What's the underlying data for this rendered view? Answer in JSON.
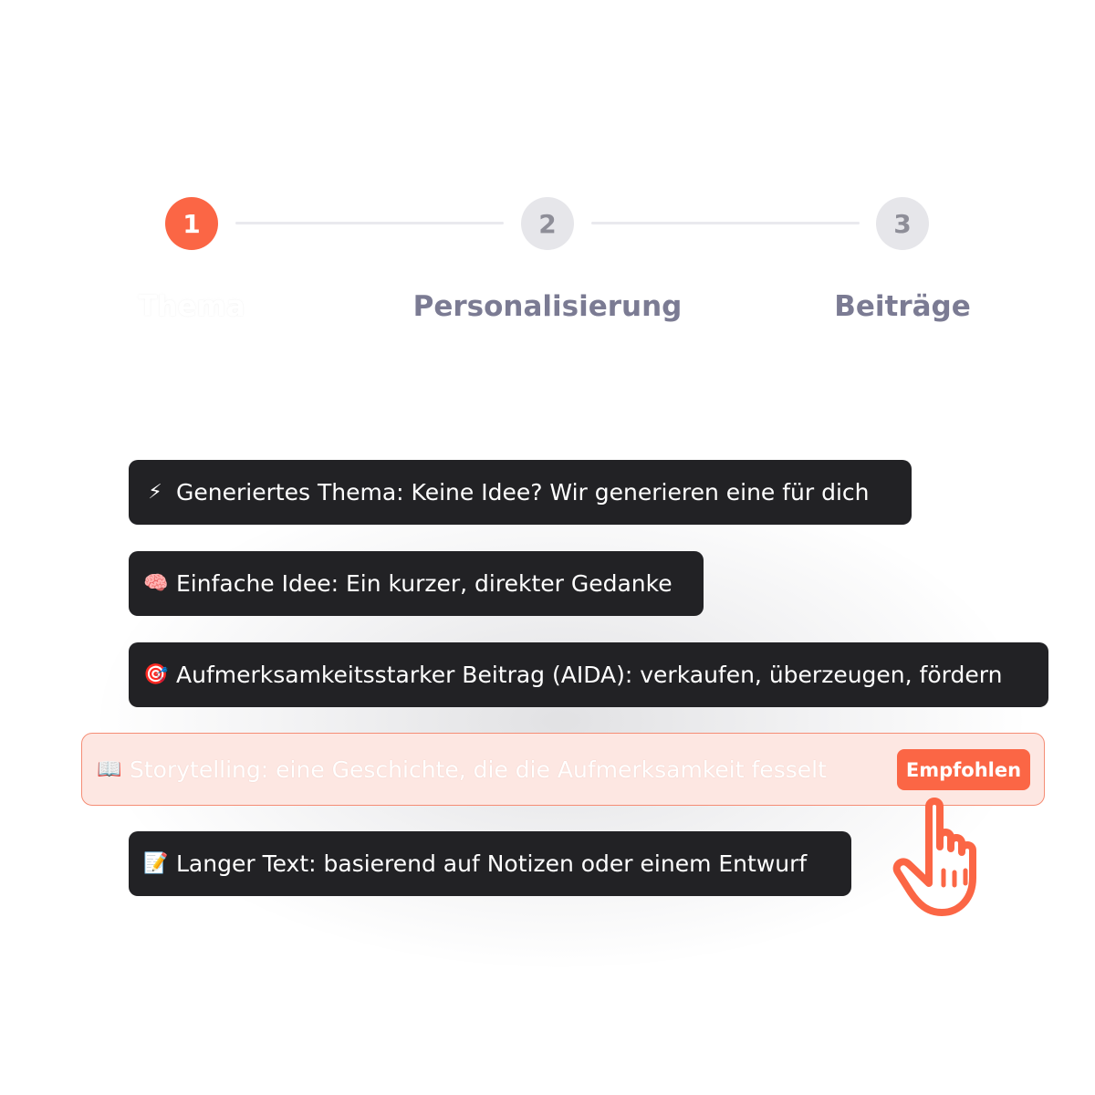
{
  "stepper": {
    "steps": [
      {
        "number": "1",
        "label": "Thema",
        "state": "active"
      },
      {
        "number": "2",
        "label": "Personalisierung",
        "state": "inactive"
      },
      {
        "number": "3",
        "label": "Beiträge",
        "state": "inactive"
      }
    ]
  },
  "options": [
    {
      "emoji": "⚡",
      "label": "Generiertes Thema: Keine Idee? Wir generieren eine für dich"
    },
    {
      "emoji": "🧠",
      "label": "Einfache Idee: Ein kurzer, direkter Gedanke"
    },
    {
      "emoji": "🎯",
      "label": "Aufmerksamkeitsstarker Beitrag (AIDA): verkaufen, überzeugen, fördern"
    },
    {
      "emoji": "📖",
      "label": "Storytelling: eine Geschichte, die die Aufmerksamkeit fesselt",
      "badge": "Empfohlen"
    },
    {
      "emoji": "📝",
      "label": "Langer Text: basierend auf Notizen oder einem Entwurf"
    }
  ],
  "colors": {
    "accent": "#fb6645",
    "option_background": "#222225",
    "featured_background": "#fde7e2",
    "featured_border": "#f58d75",
    "inactive_step": "#e6e6ea",
    "inactive_label": "#7b7b93"
  },
  "icons": {
    "cursor": "pointing-hand-icon"
  }
}
